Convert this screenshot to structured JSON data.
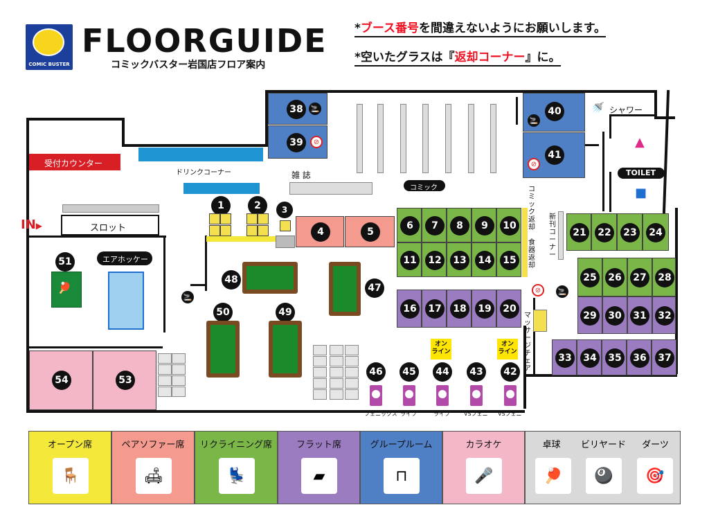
{
  "header": {
    "logo_text": "COMIC BUSTER",
    "title": "FLOORGUIDE",
    "subtitle": "コミックバスター岩国店フロア案内",
    "notice1_prefix": "*",
    "notice1_red": "ブース番号",
    "notice1_rest": "を間違えないようにお願いします。",
    "notice2_prefix": "*空いたグラスは『",
    "notice2_red": "返却コーナー",
    "notice2_rest": "』に。"
  },
  "areas": {
    "reception": "受付カウンター",
    "entrance": "IN",
    "slot": "スロット",
    "drink": "ドリンクコーナー",
    "magazine": "雑 誌",
    "comic": "コミック",
    "comic_return": "コミック返却",
    "dish_return": "食器返却",
    "new_release": "新刊コーナー",
    "massage": "マッサージチェア",
    "shower": "シャワー",
    "toilet": "TOILET",
    "air_hockey": "エアホッケー",
    "online": "オン ライン"
  },
  "booths": [
    "1",
    "2",
    "3",
    "4",
    "5",
    "6",
    "7",
    "8",
    "9",
    "10",
    "11",
    "12",
    "13",
    "14",
    "15",
    "16",
    "17",
    "18",
    "19",
    "20",
    "21",
    "22",
    "23",
    "24",
    "25",
    "26",
    "27",
    "28",
    "29",
    "30",
    "31",
    "32",
    "33",
    "34",
    "35",
    "36",
    "37",
    "38",
    "39",
    "40",
    "41",
    "42",
    "43",
    "44",
    "45",
    "46",
    "47",
    "48",
    "49",
    "50",
    "51",
    "53",
    "54"
  ],
  "darts_labels": {
    "d46": "フェニックス",
    "d45": "ライブ",
    "d44": "ライブ",
    "d43": "VSフェニ",
    "d42": "VSフェニ"
  },
  "legend": [
    {
      "label": "オープン席",
      "color": "#f4e93b",
      "icon": "armchair"
    },
    {
      "label": "ペアソファー席",
      "color": "#f49a8e",
      "icon": "sofa"
    },
    {
      "label": "リクライニング席",
      "color": "#7ab648",
      "icon": "recliner"
    },
    {
      "label": "フラット席",
      "color": "#9b7cc0",
      "icon": "mat"
    },
    {
      "label": "グループルーム",
      "color": "#4f7fc4",
      "icon": "low-table"
    },
    {
      "label": "カラオケ",
      "color": "#f4b7c8",
      "icon": "microphone"
    },
    {
      "label": "卓球",
      "color": "#d9d9d9",
      "icon": "ping-pong"
    },
    {
      "label": "ビリヤード",
      "color": "#d9d9d9",
      "icon": "billiard-balls"
    },
    {
      "label": "ダーツ",
      "color": "#d9d9d9",
      "icon": "dart-machine"
    }
  ]
}
